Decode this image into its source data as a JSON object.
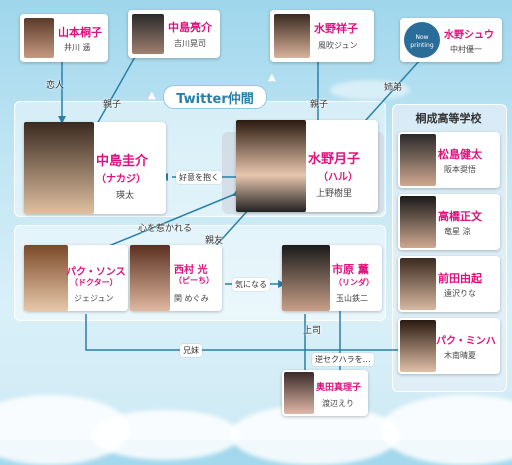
{
  "title": "Twitter仲間",
  "school_group": "桐成高等学校",
  "now_printing": {
    "line1": "Now",
    "line2": "printing"
  },
  "people": {
    "yamamoto": {
      "name": "山本桐子",
      "actor": "井川 遥"
    },
    "nakajima_ryosuke": {
      "name": "中島亮介",
      "actor": "吉川晃司"
    },
    "mizuno_shoko": {
      "name": "水野祥子",
      "actor": "風吹ジュン"
    },
    "mizuno_shu": {
      "name": "水野シュウ",
      "actor": "中村優一"
    },
    "nakajima_keisuke": {
      "name": "中島圭介",
      "nick": "（ナカジ）",
      "actor": "瑛太"
    },
    "mizuno_tsukiko": {
      "name": "水野月子",
      "nick": "（ハル）",
      "actor": "上野樹里"
    },
    "park_sonsu": {
      "name": "パク・ソンス",
      "nick": "（ドクター）",
      "actor": "ジェジュン"
    },
    "nishimura": {
      "name": "西村 光",
      "nick": "（ピーち）",
      "actor": "関 めぐみ"
    },
    "ichihara": {
      "name": "市原 薫",
      "nick": "（リンダ）",
      "actor": "玉山鉄二"
    },
    "okuda": {
      "name": "奥田真理子",
      "actor": "渡辺えり"
    },
    "matsushima": {
      "name": "松島健太",
      "actor": "阪本奨悟"
    },
    "takahashi": {
      "name": "高橋正文",
      "actor": "竜星 涼"
    },
    "maeda": {
      "name": "前田由起",
      "actor": "遠沢りな"
    },
    "park_minha": {
      "name": "パク・ミンハ",
      "actor": "木南晴夏"
    }
  },
  "relations": {
    "koibito": "恋人",
    "oyako1": "親子",
    "oyako2": "親子",
    "shitei": "姉弟",
    "kouiwodaku": "好意を抱く",
    "kokoro": "心を惹かれる",
    "shinyu": "親友",
    "kininaru": "気になる",
    "jouji": "上司",
    "gyaku": "逆セクハラを…",
    "kyodai": "兄妹"
  },
  "colors": {
    "name": "#e0117e",
    "accent": "#ff6fa8",
    "line": "#2a7fa8"
  }
}
